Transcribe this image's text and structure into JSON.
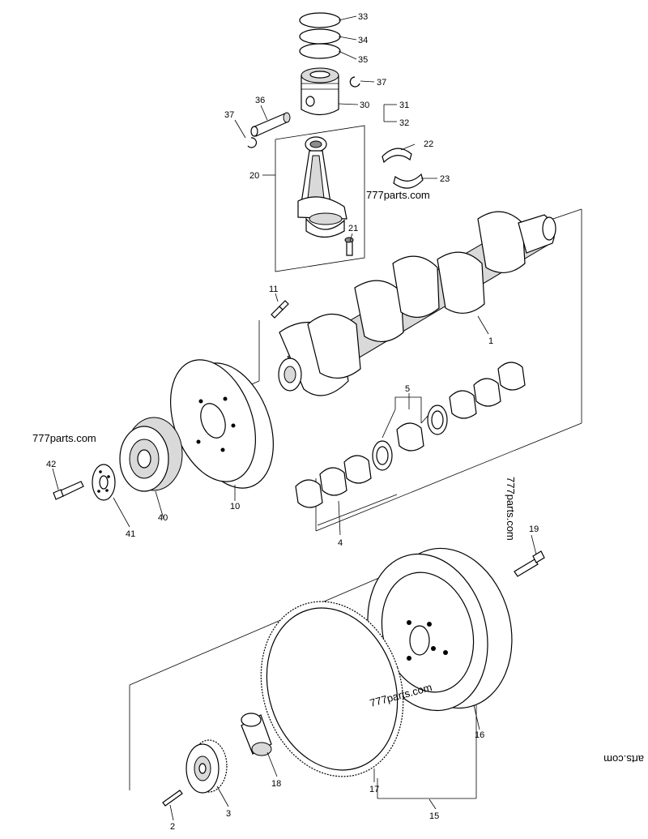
{
  "watermarks": [
    "777parts.com",
    "777parts.com",
    "777parts.com",
    "777parts.com",
    "arts.com"
  ],
  "labels": {
    "p1": "1",
    "p2": "2",
    "p3": "3",
    "p4": "4",
    "p5": "5",
    "p10": "10",
    "p11": "11",
    "p15": "15",
    "p16": "16",
    "p17": "17",
    "p18": "18",
    "p19": "19",
    "p20": "20",
    "p21": "21",
    "p22": "22",
    "p23": "23",
    "p30": "30",
    "p31": "31",
    "p32": "32",
    "p33": "33",
    "p34": "34",
    "p35": "35",
    "p36": "36",
    "p37a": "37",
    "p37b": "37",
    "p40": "40",
    "p41": "41",
    "p42": "42"
  }
}
